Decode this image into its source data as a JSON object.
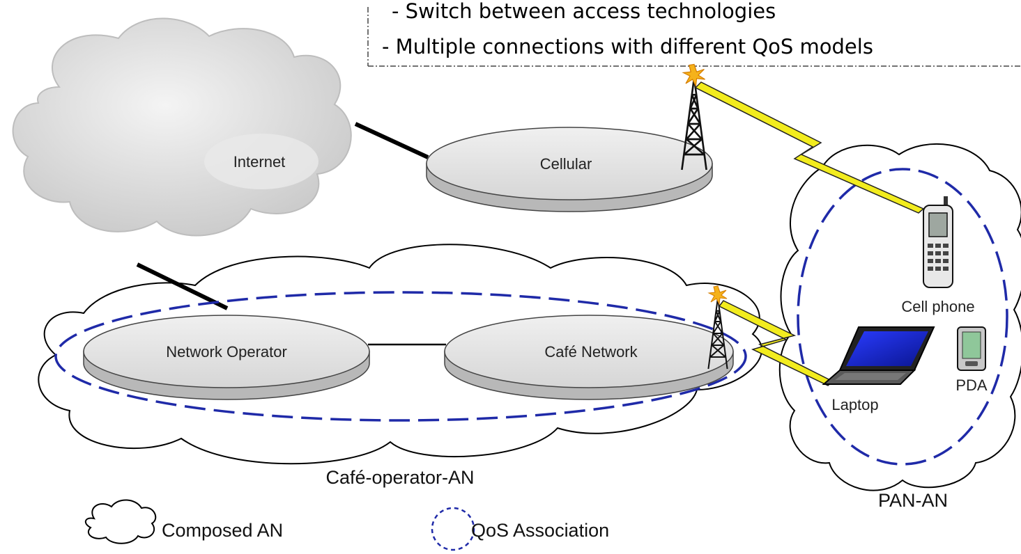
{
  "notes": [
    "- Switch between access technologies",
    "-  Multiple connections with different QoS models"
  ],
  "nodes": {
    "internet": "Internet",
    "cellular": "Cellular",
    "network_operator": "Network Operator",
    "cafe_network": "Café Network",
    "cell_phone": "Cell phone",
    "laptop": "Laptop",
    "pda": "PDA"
  },
  "groups": {
    "cafe_operator_an": "Café-operator-AN",
    "pan_an": "PAN-AN"
  },
  "legend": {
    "composed_an": "Composed AN",
    "qos_association": "QoS Association"
  },
  "colors": {
    "qos_dash": "#1f2aa8",
    "lightning": "#f2ec1e",
    "disk_fill": "#e2e2e2",
    "cloud_fill": "#dadada"
  }
}
